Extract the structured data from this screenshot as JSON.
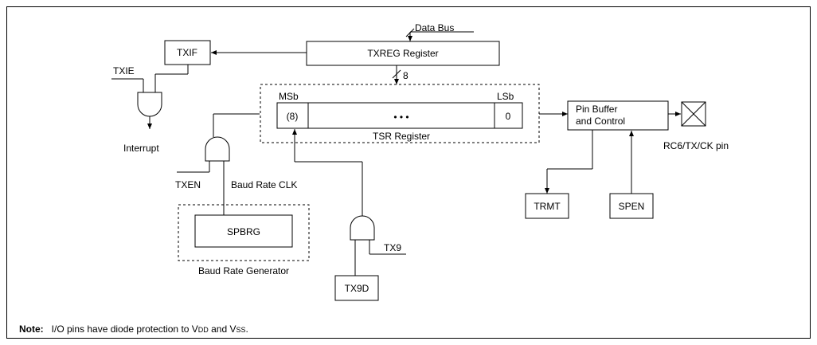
{
  "diagram": {
    "data_bus_label": "Data Bus",
    "txreg_label": "TXREG Register",
    "bus_width": "8",
    "txif_label": "TXIF",
    "txie_label": "TXIE",
    "interrupt_label": "Interrupt",
    "msb_label": "MSb",
    "lsb_label": "LSb",
    "msb_bit": "(8)",
    "lsb_bit": "0",
    "dots": "• • •",
    "tsr_label": "TSR Register",
    "pin_buffer_line1": "Pin Buffer",
    "pin_buffer_line2": "and Control",
    "pin_label": "RC6/TX/CK pin",
    "txen_label": "TXEN",
    "baud_clk_label": "Baud Rate CLK",
    "spbrg_label": "SPBRG",
    "baud_gen_label": "Baud Rate Generator",
    "tx9_label": "TX9",
    "tx9d_label": "TX9D",
    "trmt_label": "TRMT",
    "spen_label": "SPEN"
  },
  "note": {
    "label": "Note:",
    "text_a": "I/O pins have diode protection to V",
    "vdd_sub": "DD",
    "text_b": " and V",
    "vss_sub": "SS",
    "text_c": "."
  }
}
